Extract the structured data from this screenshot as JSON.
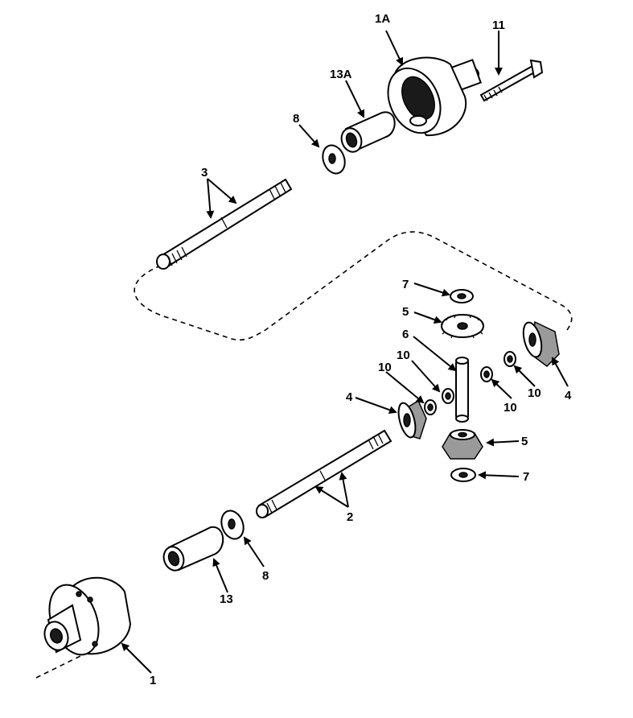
{
  "labels": {
    "housing_1": "1",
    "housing_1a": "1A",
    "bolt_11": "11",
    "bushing_13a": "13A",
    "washer_8_top": "8",
    "shaft_3": "3",
    "washer_7_top": "7",
    "gear_5_top": "5",
    "pin_6": "6",
    "washer_10_a": "10",
    "washer_10_b": "10",
    "gear_4_left": "4",
    "washer_10_c": "10",
    "washer_10_d": "10",
    "gear_4_right": "4",
    "gear_5_bottom": "5",
    "washer_7_bottom": "7",
    "shaft_2": "2",
    "washer_8_bottom": "8",
    "bushing_13": "13"
  },
  "colors": {
    "ink": "#000000",
    "paper": "#ffffff"
  }
}
